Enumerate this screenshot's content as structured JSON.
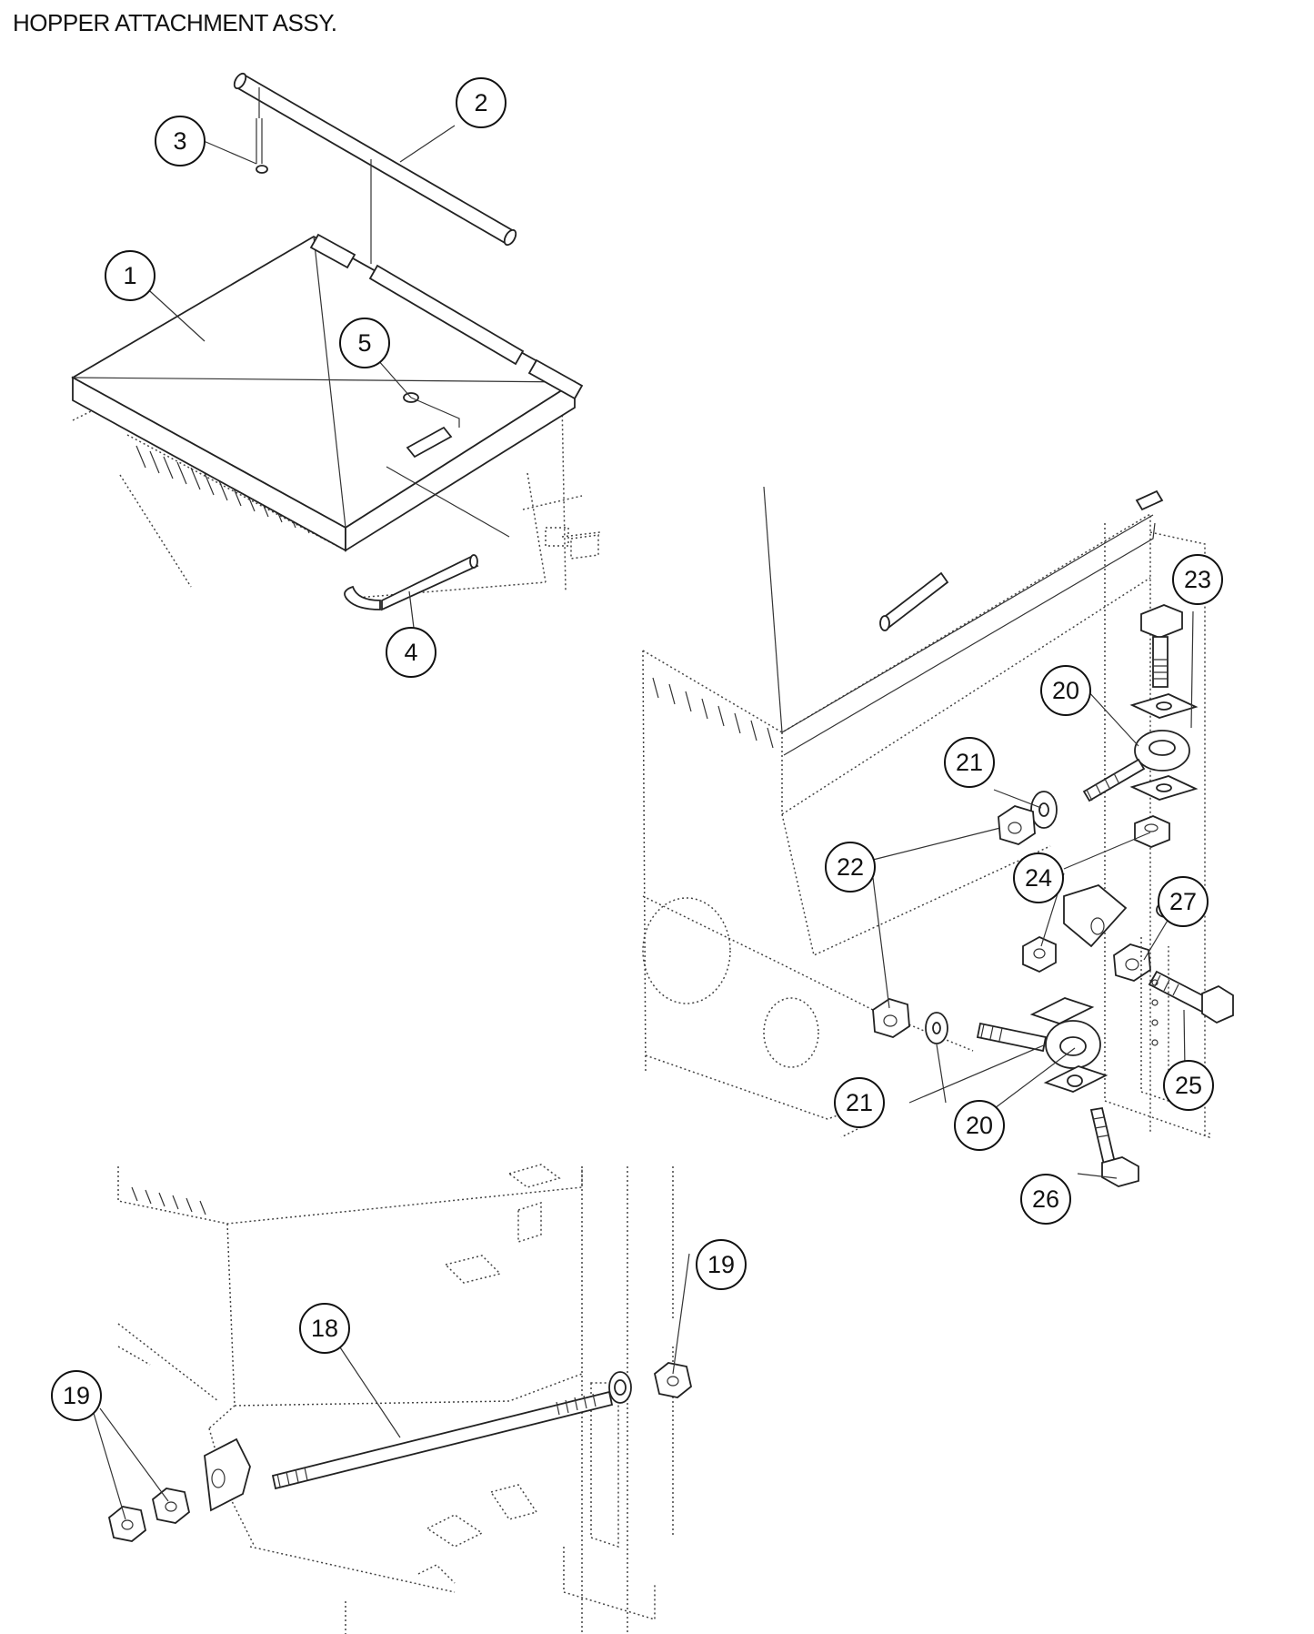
{
  "title": "HOPPER ATTACHMENT ASSY.",
  "callouts": [
    "1",
    "2",
    "3",
    "4",
    "5",
    "18",
    "19",
    "19",
    "20",
    "20",
    "21",
    "21",
    "22",
    "23",
    "24",
    "25",
    "26",
    "27"
  ]
}
